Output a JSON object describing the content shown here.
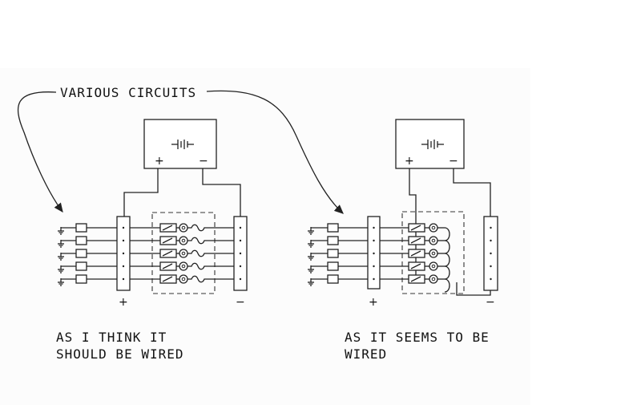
{
  "callout": {
    "text": "VARIOUS CIRCUITS"
  },
  "left_diagram": {
    "caption_line1": "AS I THINK IT",
    "caption_line2": "SHOULD BE WIRED",
    "battery_plus": "+",
    "battery_minus": "−",
    "bus_plus": "+",
    "bus_minus": "−"
  },
  "right_diagram": {
    "caption_line1": "AS IT SEEMS TO BE",
    "caption_line2": "WIRED",
    "battery_plus": "+",
    "battery_minus": "−",
    "bus_plus": "+",
    "bus_minus": "−"
  },
  "circuit_count": 5
}
